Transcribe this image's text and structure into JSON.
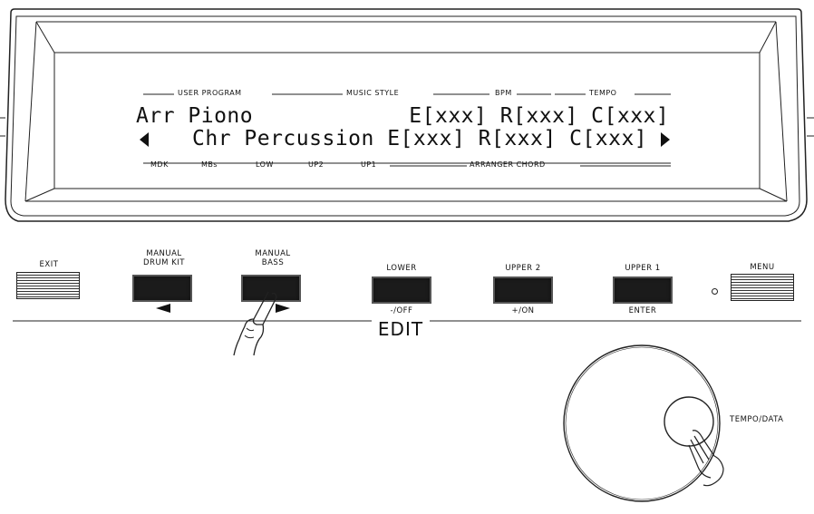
{
  "display": {
    "header": {
      "user_program": "USER PROGRAM",
      "music_style": "MUSIC STYLE",
      "bpm": "BPM",
      "tempo": "TEMPO"
    },
    "line1": "Arr Piono            E[xxx] R[xxx] C[xxx]",
    "line2_text": "Chr Percussion E[xxx] R[xxx] C[xxx]",
    "footer": {
      "mdk": "MDK",
      "mbs": "MBs",
      "low": "LOW",
      "up2": "UP2",
      "up1": "UP1",
      "arranger_chord": "ARRANGER CHORD"
    }
  },
  "buttons": {
    "exit": "EXIT",
    "manual_drum_kit": [
      "MANUAL",
      "DRUM KIT"
    ],
    "manual_bass": [
      "MANUAL",
      "BASS"
    ],
    "lower": "LOWER",
    "upper2": "UPPER 2",
    "upper1": "UPPER 1",
    "menu": "MENU",
    "lower_sub": "-/OFF",
    "upper2_sub": "+/ON",
    "upper1_sub": "ENTER"
  },
  "edit_label": "EDIT",
  "dial_label": "TEMPO/DATA",
  "icons": {
    "left_arrow": "triangle-left-icon",
    "right_arrow": "triangle-right-icon",
    "hand": "pointing-hand-icon"
  }
}
